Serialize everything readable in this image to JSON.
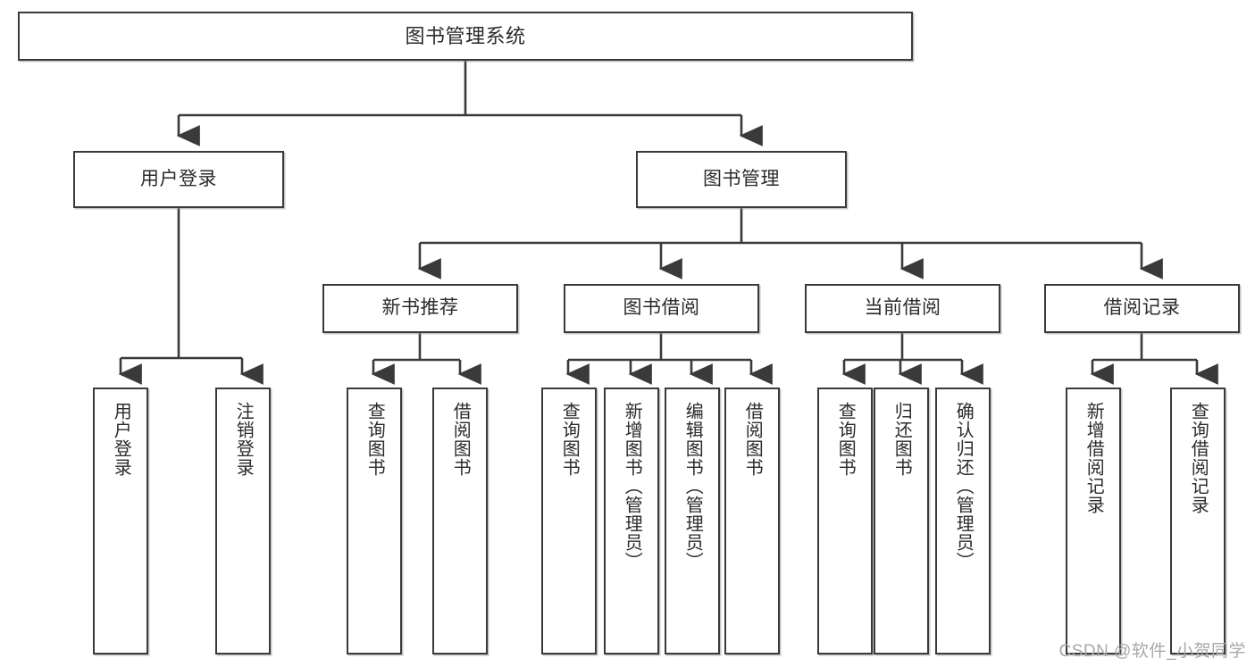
{
  "diagram": {
    "type": "tree-hierarchy",
    "title": "图书管理系统",
    "root": {
      "label": "图书管理系统"
    },
    "level1": [
      {
        "label": "用户登录"
      },
      {
        "label": "图书管理"
      }
    ],
    "level2": [
      {
        "label": "新书推荐"
      },
      {
        "label": "图书借阅"
      },
      {
        "label": "当前借阅"
      },
      {
        "label": "借阅记录"
      }
    ],
    "leaves": {
      "user_login": [
        {
          "label": "用户登录"
        },
        {
          "label": "注销登录"
        }
      ],
      "new_book_recommend": [
        {
          "label": "查询图书"
        },
        {
          "label": "借阅图书"
        }
      ],
      "book_borrow": [
        {
          "label": "查询图书"
        },
        {
          "label": "新增图书（管理员）"
        },
        {
          "label": "编辑图书（管理员）"
        },
        {
          "label": "借阅图书"
        }
      ],
      "current_borrow": [
        {
          "label": "查询图书"
        },
        {
          "label": "归还图书"
        },
        {
          "label": "确认归还（管理员）"
        }
      ],
      "borrow_record": [
        {
          "label": "新增借阅记录"
        },
        {
          "label": "查询借阅记录"
        }
      ]
    }
  },
  "watermark": {
    "text": "CSDN @软件_小贺同学"
  },
  "colors": {
    "border": "#3a3a3a",
    "text": "#2b2b2b",
    "background": "#ffffff",
    "watermark": "#a8a8a8"
  }
}
